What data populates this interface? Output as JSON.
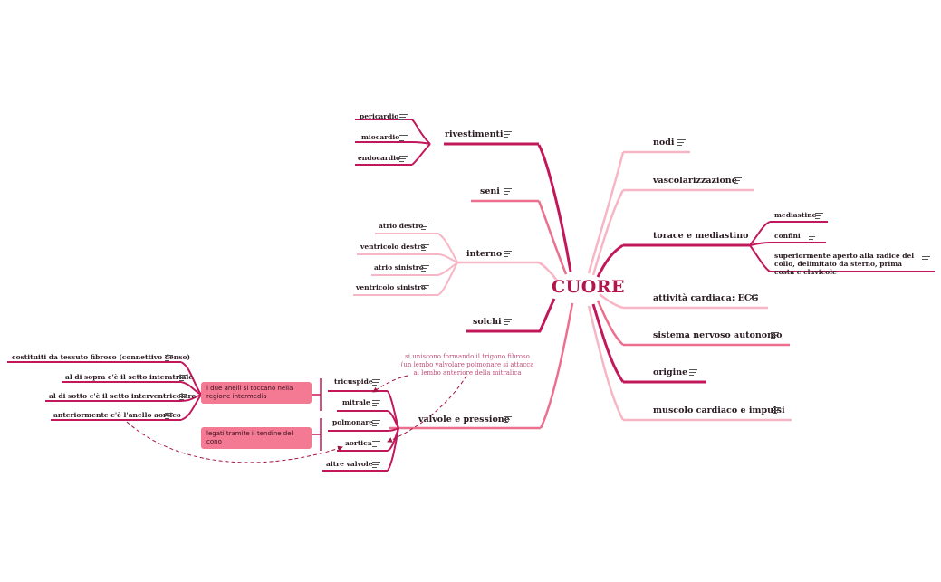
{
  "center": {
    "label": "CUORE"
  },
  "left": {
    "rivestimenti": {
      "label": "rivestimenti",
      "children": [
        "pericardio",
        "miocardio",
        "endocardio"
      ]
    },
    "seni": {
      "label": "seni"
    },
    "interno": {
      "label": "interno",
      "children": [
        "atrio destro",
        "ventricolo destro",
        "atrio sinistro",
        "ventricolo sinistro"
      ]
    },
    "solchi": {
      "label": "solchi"
    },
    "valvole": {
      "label": "valvole e pressione",
      "children": [
        "tricuspide",
        "mitrale",
        "polmonare",
        "aortica",
        "altre valvole"
      ],
      "group1": {
        "label": "i due anelli si toccano nella regione intermedia",
        "items": [
          "costituiti da tessuto fibroso (connettivo denso)",
          "al di sopra c'è il setto interatriale",
          "al di sotto c'è il setto interventricolare",
          "anteriormente c'è l'anello aortico"
        ]
      },
      "group2": {
        "label": "legati tramite il tendine del cono"
      },
      "note": "si uniscono formando il trigono fibroso (un lembo valvolare polmonare si attacca al lembo anteriore della mitralica"
    }
  },
  "right": {
    "nodi": {
      "label": "nodi"
    },
    "vascolarizzazione": {
      "label": "vascolarizzazione"
    },
    "torace": {
      "label": "torace e mediastino",
      "children": [
        "mediastino",
        "confini",
        "superiormente aperto alla radice del collo, delimitato da sterno, prima costa e clavicole"
      ]
    },
    "ecg": {
      "label": "attività cardiaca: ECG"
    },
    "snc": {
      "label": "sistema nervoso autonomo"
    },
    "origine": {
      "label": "origine"
    },
    "muscolo": {
      "label": "muscolo cardiaco e impulsi"
    }
  },
  "colors": {
    "dark": "#c2185b",
    "mid": "#ec6f8e",
    "light": "#f7b6c6",
    "box": "#f47a93",
    "dash": "#a3163f"
  }
}
